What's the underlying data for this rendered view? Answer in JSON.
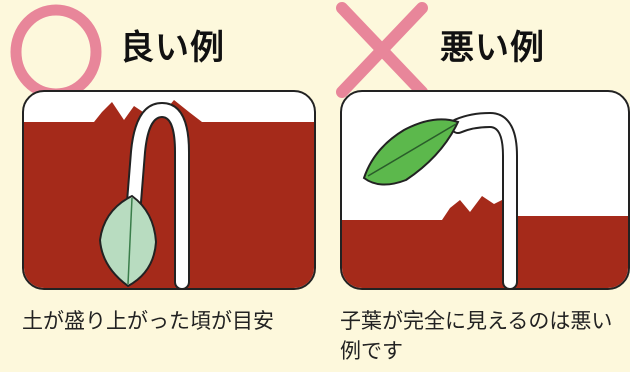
{
  "good": {
    "title": "良い例",
    "caption": "土が盛り上がった頃が目安",
    "mark_icon": "circle-icon"
  },
  "bad": {
    "title": "悪い例",
    "caption": "子葉が完全に見えるのは悪い例です",
    "mark_icon": "cross-icon"
  },
  "colors": {
    "background": "#fdf8dc",
    "soil": "#a52a1a",
    "circle_mark": "#e8869a",
    "cross_mark": "#e8869a",
    "leaf_good": "#b8dcc0",
    "leaf_bad": "#5cb84c"
  }
}
